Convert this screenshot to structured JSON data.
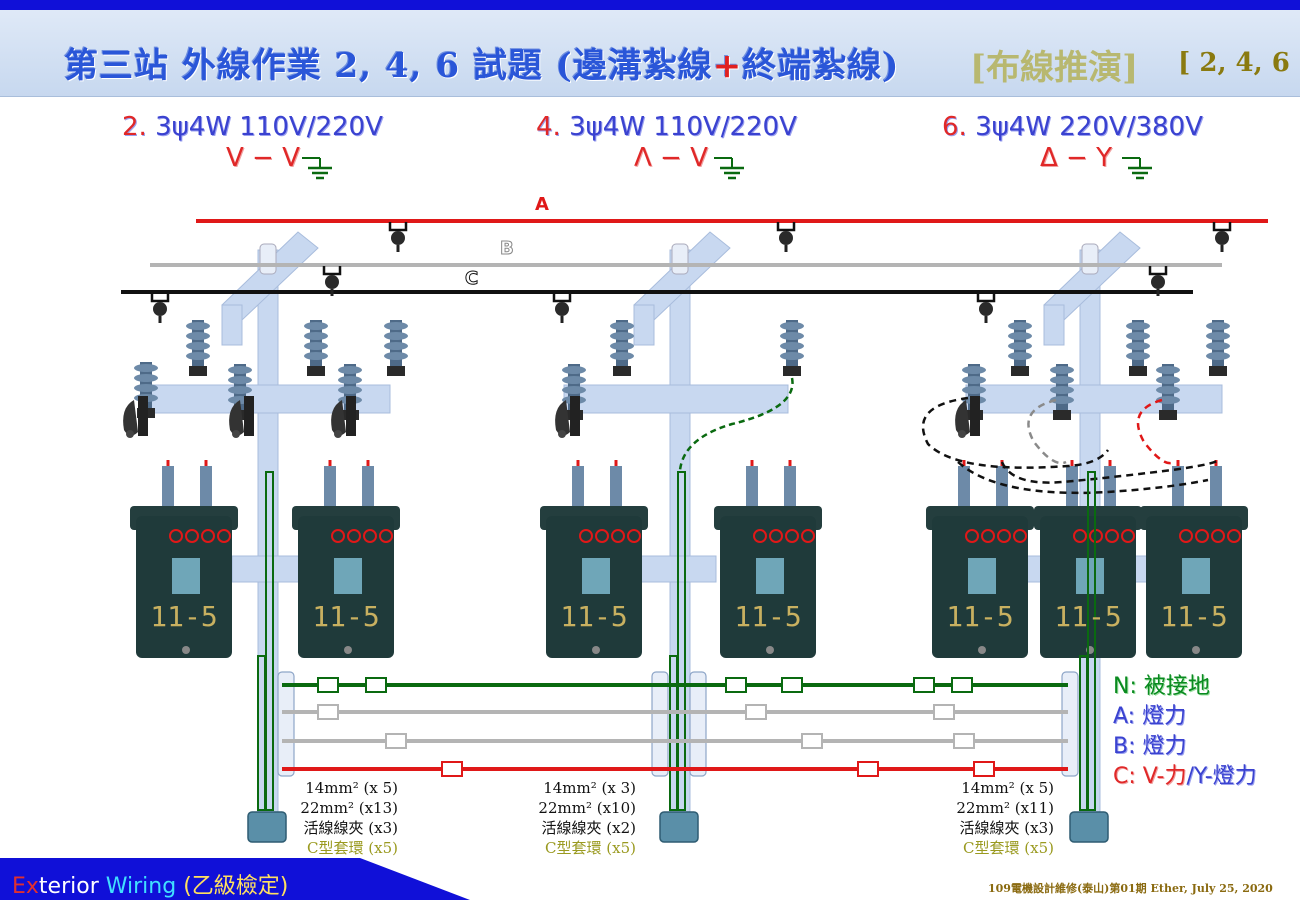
{
  "header": {
    "title_main": "第三站 外線作業 2, 4, 6 試題 (邊溝紮線",
    "title_plus": "+",
    "title_end": "終端紮線)",
    "bracket_label": "[布線推演]",
    "item_numbers": "[ 2, 4, 6 ]"
  },
  "systems": [
    {
      "num": "2.",
      "spec": "3ψ4W 110V/220V",
      "connection": "V − V"
    },
    {
      "num": "4.",
      "spec": "3ψ4W 110V/220V",
      "connection": "Λ − V"
    },
    {
      "num": "6.",
      "spec": "3ψ4W 220V/380V",
      "connection": "Δ − Y"
    }
  ],
  "lines": {
    "a": "A",
    "b": "B",
    "c": "C"
  },
  "transformer_label": "11-5",
  "materials": [
    {
      "l1": "14mm² (x 5)",
      "l2": "22mm² (x13)",
      "l3": "活線線夾 (x3)",
      "l4": "C型套環 (x5)"
    },
    {
      "l1": "14mm² (x 3)",
      "l2": "22mm² (x10)",
      "l3": "活線線夾 (x2)",
      "l4": "C型套環 (x5)"
    },
    {
      "l1": "14mm² (x 5)",
      "l2": "22mm² (x11)",
      "l3": "活線線夾 (x3)",
      "l4": "C型套環 (x5)"
    }
  ],
  "legend": {
    "n": "N: 被接地",
    "a": "A: 燈力",
    "b": "B: 燈力",
    "c_prefix": "C: V-力",
    "c_suffix": "/Y-燈力"
  },
  "bottom": {
    "ex": "Ex",
    "terior": "terior ",
    "wiring": "Wiring ",
    "grade": "(乙級檢定)"
  },
  "footer": "109電機設計維修(泰山)第01期 Ether, July 25, 2020",
  "colors": {
    "line_a": "#e01818",
    "line_b": "#b4b4b4",
    "line_c": "#111111",
    "neutral": "#0a6a10",
    "pole": "#c8d8f0",
    "transformer": "#1f3a3a"
  }
}
